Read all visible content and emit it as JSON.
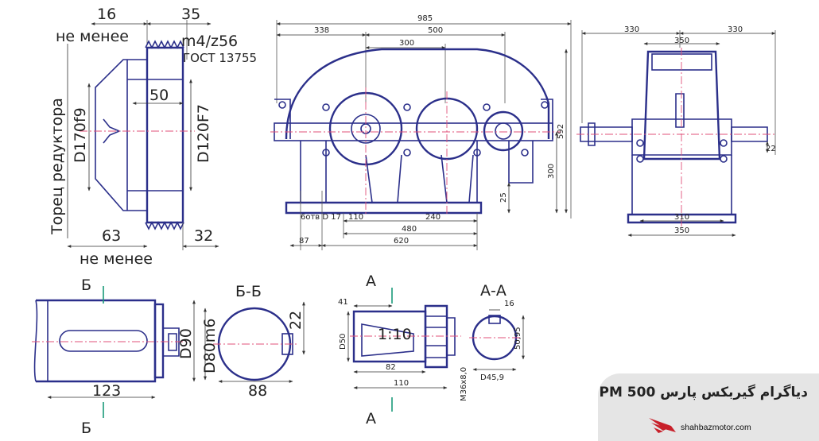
{
  "caption": {
    "title": "دیاگرام گیربکس پارس PM 500",
    "website": "shahbazmotor.com",
    "logo_icon": "wing-logo-icon",
    "bg_color": "#e5e5e5",
    "logo_color": "#c8202a"
  },
  "colors": {
    "outline": "#2b2f8a",
    "centerline": "#e0507a",
    "section_mark": "#1a9a7a"
  },
  "shaft_end_view": {
    "dim_left": "16",
    "dim_right": "35",
    "note_top": "не менее",
    "note_bottom": "не менее",
    "spline": "m4/z56",
    "standard": "ГОСТ 13755",
    "dim_inner": "50",
    "dim_outer_diameter": "D170f9",
    "dim_inner_diameter": "D120F7",
    "face_label": "Торец редуктора",
    "dim_bottom_left": "63",
    "dim_bottom_right": "32"
  },
  "front_view": {
    "dim_total": "985",
    "dim_338": "338",
    "dim_500": "500",
    "dim_300": "300",
    "dim_height_total": "592",
    "dim_height_300": "300",
    "dim_25": "25",
    "hole_label": "6отв D 17",
    "dim_110": "110",
    "dim_240": "240",
    "dim_480": "480",
    "dim_87": "87",
    "dim_620": "620"
  },
  "side_view": {
    "dim_left": "330",
    "dim_right": "330",
    "dim_top": "350",
    "dim_22": "22",
    "dim_310": "310",
    "dim_350_bottom": "350"
  },
  "shaft_b": {
    "section_top": "Б",
    "section_bottom": "Б",
    "dim_d90": "D90",
    "dim_123": "123"
  },
  "section_bb": {
    "title": "Б-Б",
    "dim_diameter": "D80m6",
    "dim_key": "22",
    "dim_width": "88"
  },
  "shaft_a": {
    "section_top": "А",
    "section_bottom": "А",
    "dim_41": "41",
    "dim_d50": "D50",
    "taper": "1:10",
    "dim_82": "82",
    "dim_110": "110",
    "thread": "М36х8,0"
  },
  "section_aa": {
    "title": "А-А",
    "dim_key": "16",
    "dim_height": "50,95",
    "dim_diameter": "D45,9"
  }
}
